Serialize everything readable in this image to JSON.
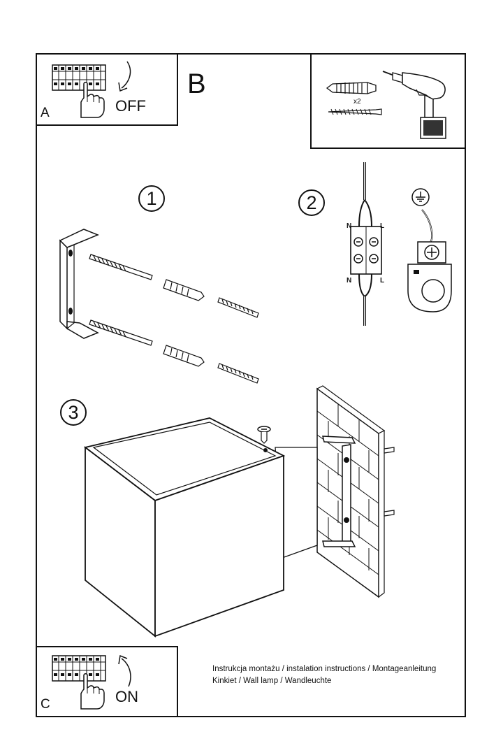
{
  "header": {
    "panel_a_letter": "A",
    "panel_a_state": "OFF",
    "section_letter": "B",
    "panel_c_letter": "C",
    "panel_c_state": "ON"
  },
  "tools": {
    "quantity": "x2"
  },
  "steps": {
    "step1": "1",
    "step2": "2",
    "step3": "3"
  },
  "wiring": {
    "top_left": "N",
    "top_right": "L",
    "bottom_left": "N",
    "bottom_right": "L"
  },
  "footer": {
    "title_line": "Instrukcja montażu / instalation instructions / Montageanleitung",
    "product_line": "Kinkiet / Wall lamp / Wandleuchte"
  },
  "icons": {
    "panel_a": [
      "fuse-box-icon",
      "hand-icon",
      "arrow-down-icon"
    ],
    "panel_tools": [
      "wall-plug-icon",
      "screw-icon",
      "drill-icon"
    ],
    "step2": [
      "terminal-block-icon",
      "ground-icon"
    ],
    "panel_c": [
      "fuse-box-icon",
      "hand-icon",
      "arrow-up-icon"
    ]
  }
}
